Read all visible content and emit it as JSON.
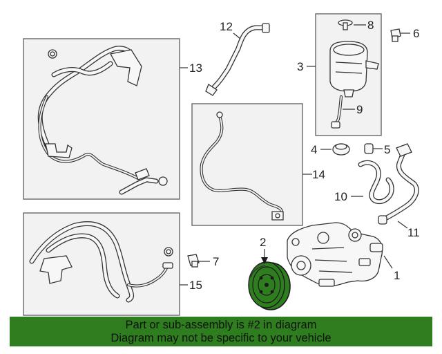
{
  "callouts": {
    "c1": "1",
    "c2": "2",
    "c3": "3",
    "c4": "4",
    "c5": "5",
    "c6": "6",
    "c7": "7",
    "c8": "8",
    "c9": "9",
    "c10": "10",
    "c11": "11",
    "c12": "12",
    "c13": "13",
    "c14": "14",
    "c15": "15"
  },
  "highlight": {
    "part": "2",
    "color": "#2e7d1e"
  },
  "banner": {
    "line1": "Part or sub-assembly is #2 in diagram",
    "line2": "Diagram may not be specific to your vehicle",
    "color": "#2e7d1e"
  }
}
